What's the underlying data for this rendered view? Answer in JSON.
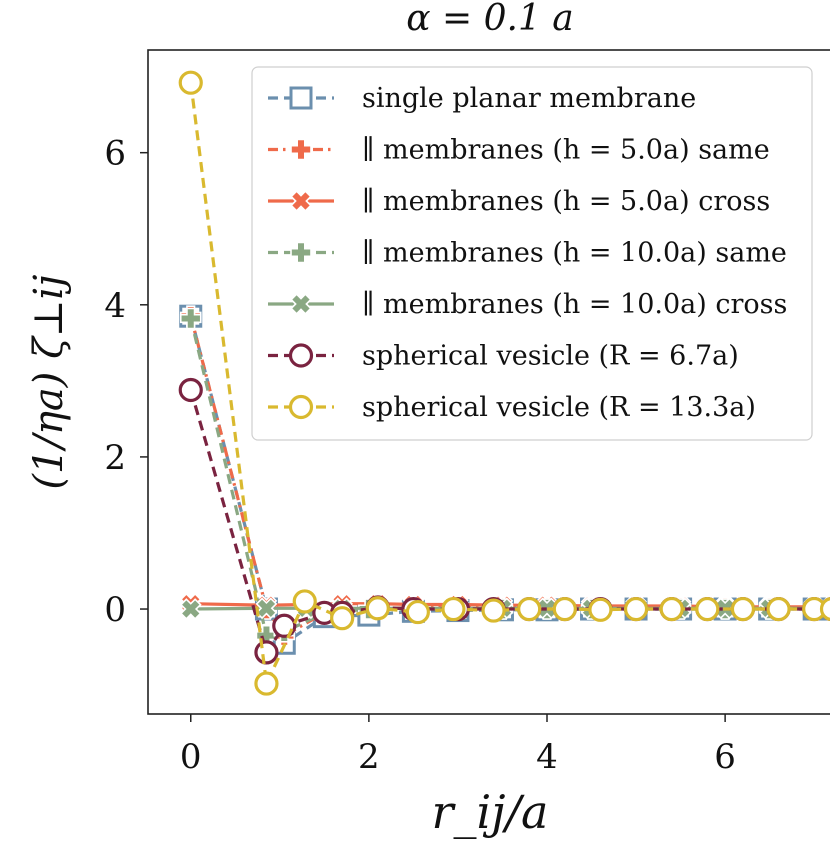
{
  "chart_data": {
    "type": "line",
    "title": "α = 0.1 a",
    "xlabel": "r_ij/a",
    "ylabel": "(1/ηa) ζ⊥ij",
    "xlim": [
      -0.48,
      7.2
    ],
    "ylim": [
      -1.38,
      7.35
    ],
    "xticks": [
      0,
      2,
      4,
      6
    ],
    "yticks": [
      0,
      2,
      4,
      6
    ],
    "xtick_labels": [
      "0",
      "2",
      "4",
      "6"
    ],
    "ytick_labels": [
      "0",
      "2",
      "4",
      "6"
    ],
    "grid": false,
    "legend_placement": "top-right",
    "series": [
      {
        "name": "single planar membrane",
        "color": "#6b8fae",
        "linestyle": "dashed",
        "marker": "square",
        "x": [
          0,
          0.85,
          1.05,
          1.5,
          2.0,
          2.5,
          3.0,
          3.5,
          4.0,
          4.5,
          5.0,
          5.5,
          6.0,
          6.5,
          7.0,
          7.2
        ],
        "y": [
          3.85,
          0.0,
          -0.45,
          -0.1,
          -0.08,
          -0.03,
          -0.02,
          -0.01,
          -0.01,
          0.0,
          0.0,
          0.0,
          0.0,
          0.0,
          0.0,
          0.0
        ]
      },
      {
        "name": "∥ membranes (h = 5.0a) same",
        "color": "#ef6a4a",
        "linestyle": "dashdot",
        "marker": "plus",
        "x": [
          0,
          0.85,
          1.05,
          1.5,
          2.0,
          2.5,
          3.0,
          3.5,
          4.0,
          4.5,
          5.0,
          5.5,
          6.0,
          6.5,
          7.0,
          7.2
        ],
        "y": [
          3.85,
          0.0,
          -0.35,
          -0.05,
          0.0,
          0.02,
          0.03,
          0.02,
          0.02,
          0.02,
          0.02,
          0.02,
          0.02,
          0.02,
          0.02,
          0.02
        ]
      },
      {
        "name": "∥ membranes (h = 5.0a) cross",
        "color": "#ef6a4a",
        "linestyle": "solid",
        "marker": "x",
        "x": [
          0,
          0.85,
          1.3,
          1.7,
          2.1,
          2.5,
          3.0,
          3.5,
          4.0,
          4.5,
          5.0,
          5.5,
          6.0,
          6.5,
          7.0,
          7.2
        ],
        "y": [
          0.07,
          0.05,
          0.06,
          0.07,
          0.07,
          0.06,
          0.06,
          0.05,
          0.05,
          0.04,
          0.04,
          0.04,
          0.03,
          0.03,
          0.03,
          0.03
        ]
      },
      {
        "name": "∥ membranes (h = 10.0a) same",
        "color": "#8aa883",
        "linestyle": "dashed",
        "marker": "plus",
        "x": [
          0,
          0.85,
          1.05,
          1.5,
          2.0,
          2.5,
          3.0,
          3.5,
          4.0,
          4.5,
          5.0,
          5.5,
          6.0,
          6.5,
          7.0,
          7.2
        ],
        "y": [
          3.82,
          -0.35,
          -0.3,
          -0.05,
          0.0,
          0.0,
          0.0,
          0.0,
          0.0,
          0.0,
          0.0,
          0.0,
          0.0,
          0.0,
          0.0,
          0.0
        ]
      },
      {
        "name": "∥ membranes (h = 10.0a) cross",
        "color": "#8aa883",
        "linestyle": "solid",
        "marker": "x",
        "x": [
          0,
          0.85,
          1.3,
          1.7,
          2.1,
          2.5,
          3.0,
          3.5,
          4.0,
          4.5,
          5.0,
          5.5,
          6.0,
          6.5,
          7.0,
          7.2
        ],
        "y": [
          0.0,
          0.01,
          0.01,
          0.01,
          0.01,
          0.01,
          0.01,
          0.01,
          0.01,
          0.01,
          0.01,
          0.01,
          0.01,
          0.01,
          0.01,
          0.01
        ]
      },
      {
        "name": "spherical vesicle (R = 6.7a)",
        "color": "#7a2340",
        "linestyle": "dashed",
        "marker": "circle",
        "x": [
          0,
          0.85,
          1.05,
          1.5,
          1.7,
          2.1,
          2.5,
          3.0,
          3.4,
          3.8,
          4.2,
          4.6,
          5.0,
          5.4,
          5.8,
          6.2,
          6.6,
          7.0,
          7.2
        ],
        "y": [
          2.88,
          -0.57,
          -0.22,
          -0.05,
          -0.05,
          0.02,
          0.0,
          0.0,
          0.0,
          0.0,
          0.0,
          0.0,
          0.0,
          0.0,
          0.0,
          0.0,
          0.0,
          0.0,
          0.0
        ]
      },
      {
        "name": "spherical vesicle (R = 13.3a)",
        "color": "#d9b92f",
        "linestyle": "dashed",
        "marker": "circle",
        "x": [
          0,
          0.85,
          1.28,
          1.7,
          2.1,
          2.55,
          2.95,
          3.4,
          3.8,
          4.2,
          4.6,
          5.0,
          5.4,
          5.8,
          6.2,
          6.6,
          7.0,
          7.2
        ],
        "y": [
          6.92,
          -0.98,
          0.1,
          -0.12,
          0.01,
          -0.04,
          0.0,
          -0.02,
          0.0,
          0.0,
          -0.01,
          0.0,
          0.0,
          0.0,
          0.0,
          0.0,
          0.0,
          0.0
        ]
      }
    ]
  }
}
